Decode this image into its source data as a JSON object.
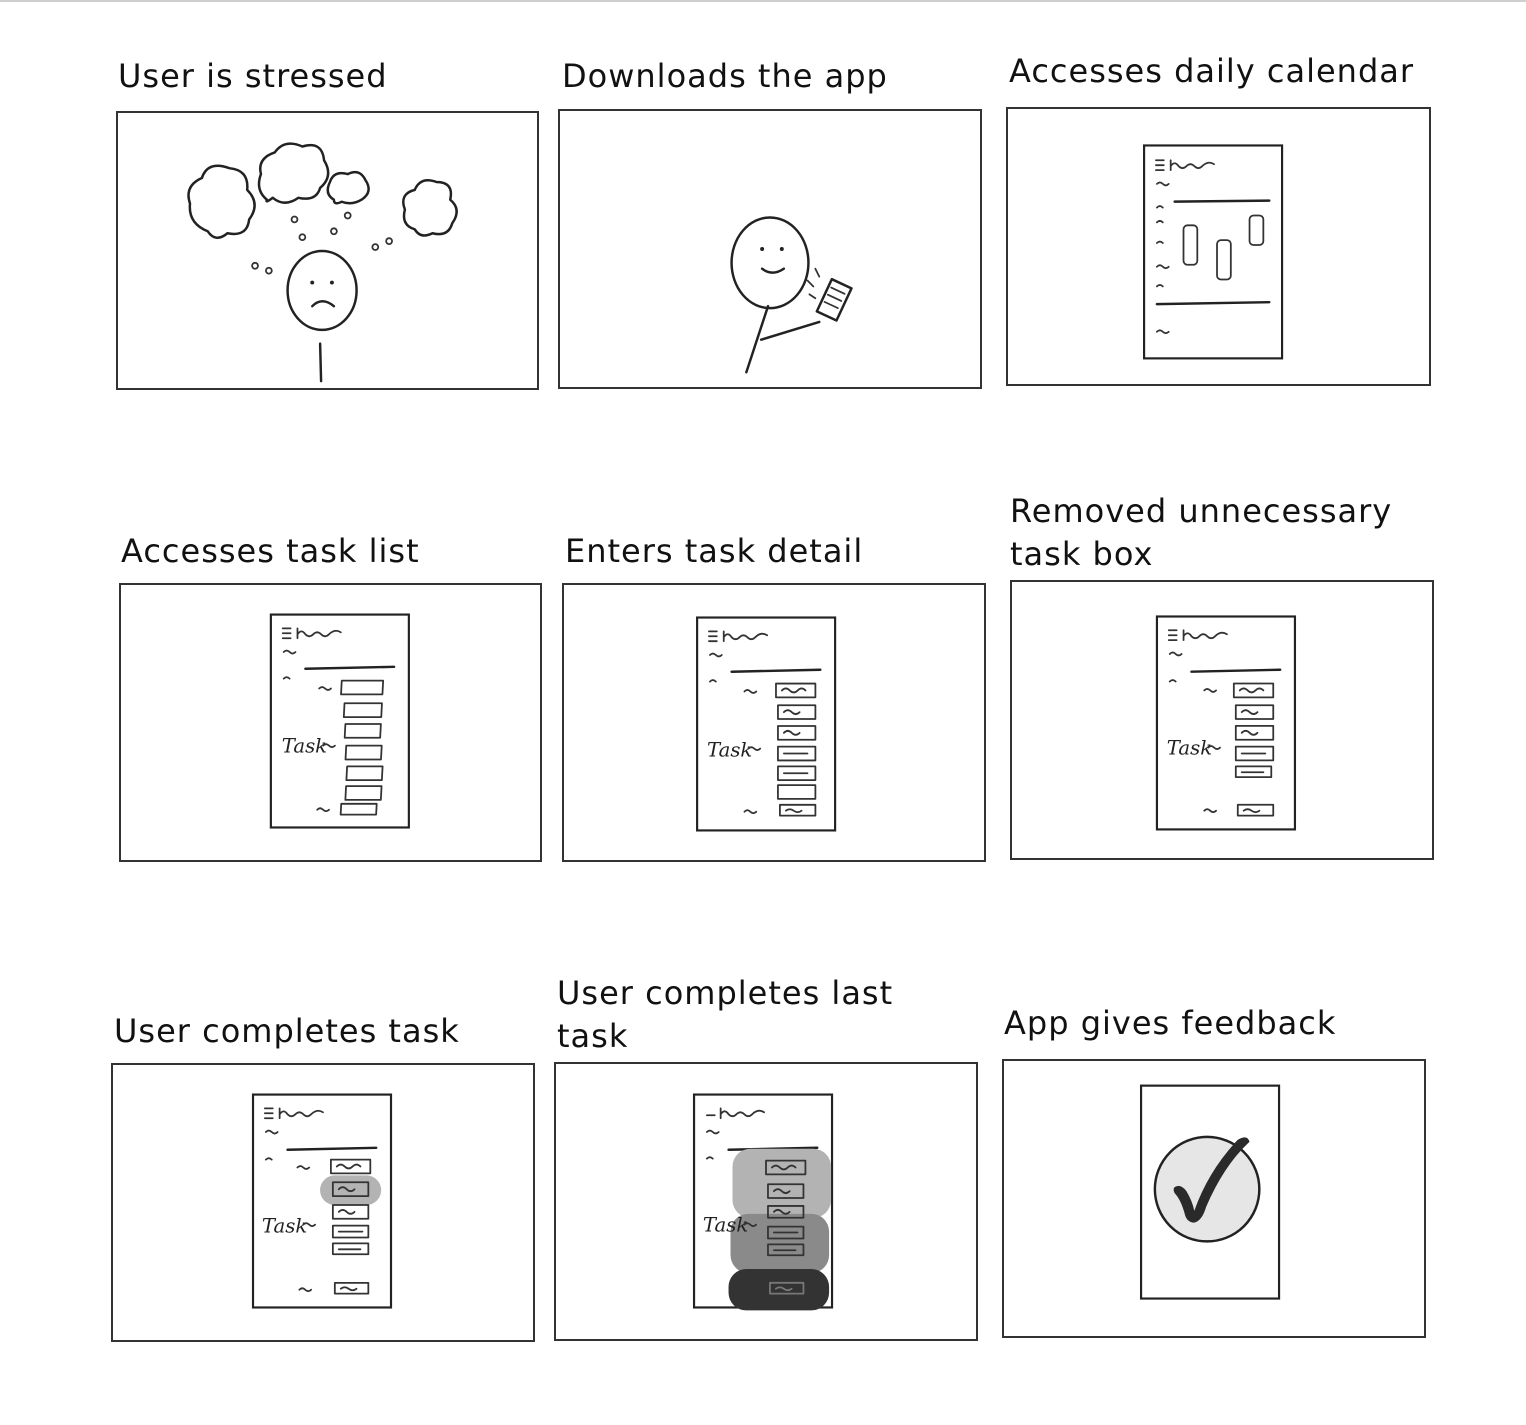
{
  "panels": [
    {
      "caption": "User is stressed"
    },
    {
      "caption": "Downloads the app"
    },
    {
      "caption": "Accesses daily calendar"
    },
    {
      "caption": "Accesses task list"
    },
    {
      "caption": "Enters task detail"
    },
    {
      "caption": "Removed unnecessary\ntask box"
    },
    {
      "caption": "User completes task"
    },
    {
      "caption": "User completes last\ntask"
    },
    {
      "caption": "App gives feedback"
    }
  ],
  "sketch_labels": {
    "task_4": "Task",
    "task_5": "Task",
    "task_6": "Task",
    "task_7": "Task",
    "task_8": "Task"
  },
  "colors": {
    "ink": "#222222",
    "shade_light": "#b3b3b3",
    "shade_mid": "#8a8a8a",
    "shade_dark": "#333333",
    "check_fill": "#e6e6e6"
  }
}
